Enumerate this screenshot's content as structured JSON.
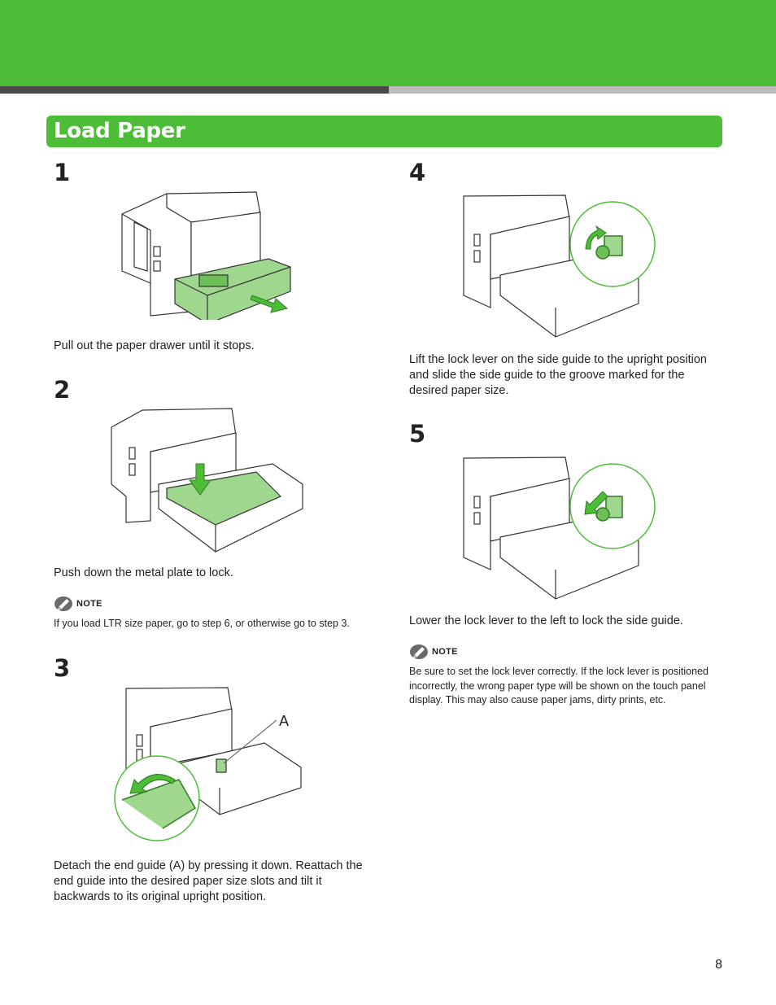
{
  "page": {
    "title": "Load Paper",
    "page_number": "8",
    "accent_color": "#4dbd38"
  },
  "steps": [
    {
      "number": "1",
      "text": "Pull out the paper drawer until it stops."
    },
    {
      "number": "2",
      "text": "Push down the metal plate to lock."
    },
    {
      "number": "3",
      "text": "Detach the end guide (A) by pressing it down. Reattach the end guide into the desired paper size slots and tilt it backwards to its original upright position.",
      "callout": "A"
    },
    {
      "number": "4",
      "text": "Lift the lock lever on the side guide to the upright position and slide the side guide to the groove marked for the desired paper size."
    },
    {
      "number": "5",
      "text": "Lower the lock lever to the left to lock the side guide."
    }
  ],
  "notes": [
    {
      "label": "NOTE",
      "text": "If you load LTR size paper, go to step 6, or otherwise go to step 3."
    },
    {
      "label": "NOTE",
      "text": "Be sure to set the lock lever correctly. If the lock lever is positioned incorrectly, the wrong paper type will be shown on the touch panel display. This may also cause paper jams, dirty prints, etc."
    }
  ],
  "icons": {
    "note": "note-pencil-icon"
  }
}
